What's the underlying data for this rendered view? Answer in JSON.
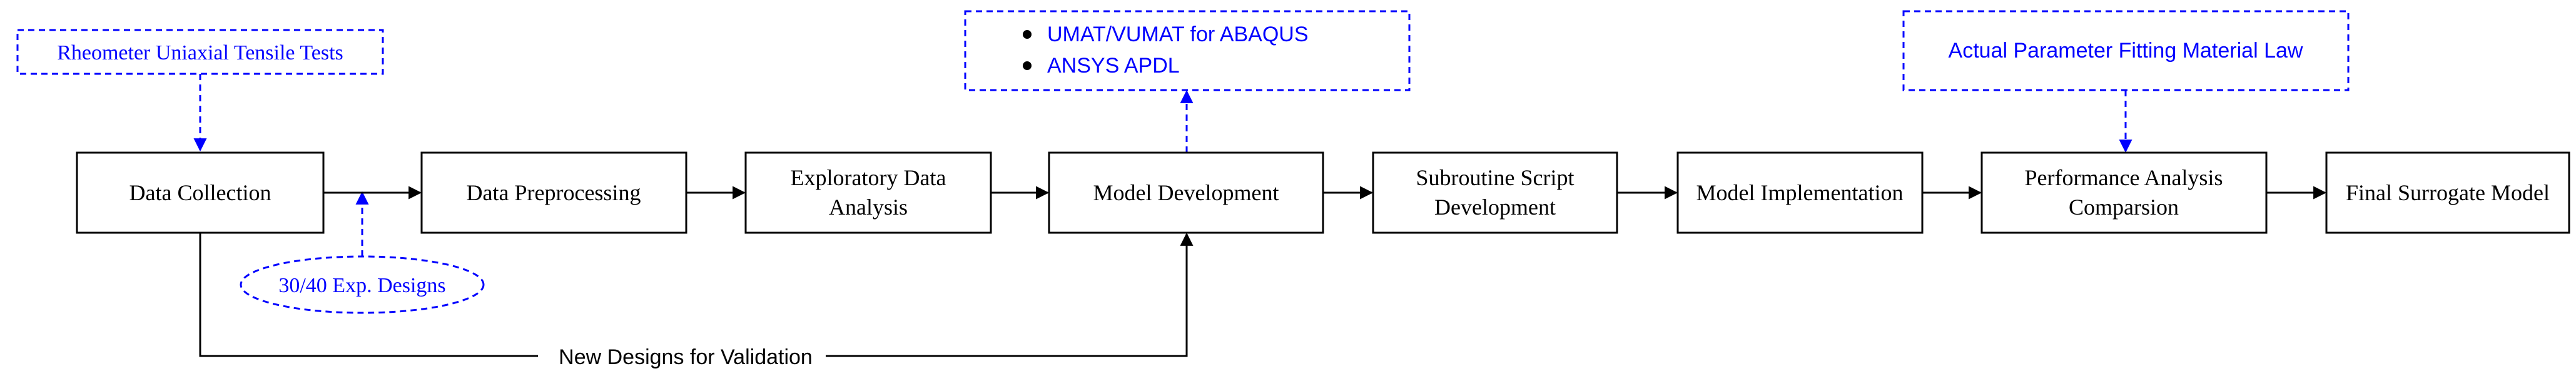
{
  "colors": {
    "solid": "#000000",
    "dashed": "#0000ff"
  },
  "process": {
    "data_collection": "Data Collection",
    "data_preprocessing": "Data Preprocessing",
    "exploratory": [
      "Exploratory Data",
      "Analysis"
    ],
    "model_development": "Model Development",
    "subroutine": [
      "Subroutine Script",
      "Development"
    ],
    "model_implementation": "Model Implementation",
    "performance": [
      "Performance Analysis",
      "Comparsion"
    ],
    "final_model": "Final Surrogate Model"
  },
  "annotations": {
    "rheometer": "Rheometer Uniaxial Tensile Tests",
    "exp_designs": "30/40 Exp. Designs",
    "umat": [
      "UMAT/VUMAT for ABAQUS",
      "ANSYS APDL"
    ],
    "fitting": "Actual Parameter Fitting Material Law",
    "new_designs": "New Designs for Validation"
  }
}
